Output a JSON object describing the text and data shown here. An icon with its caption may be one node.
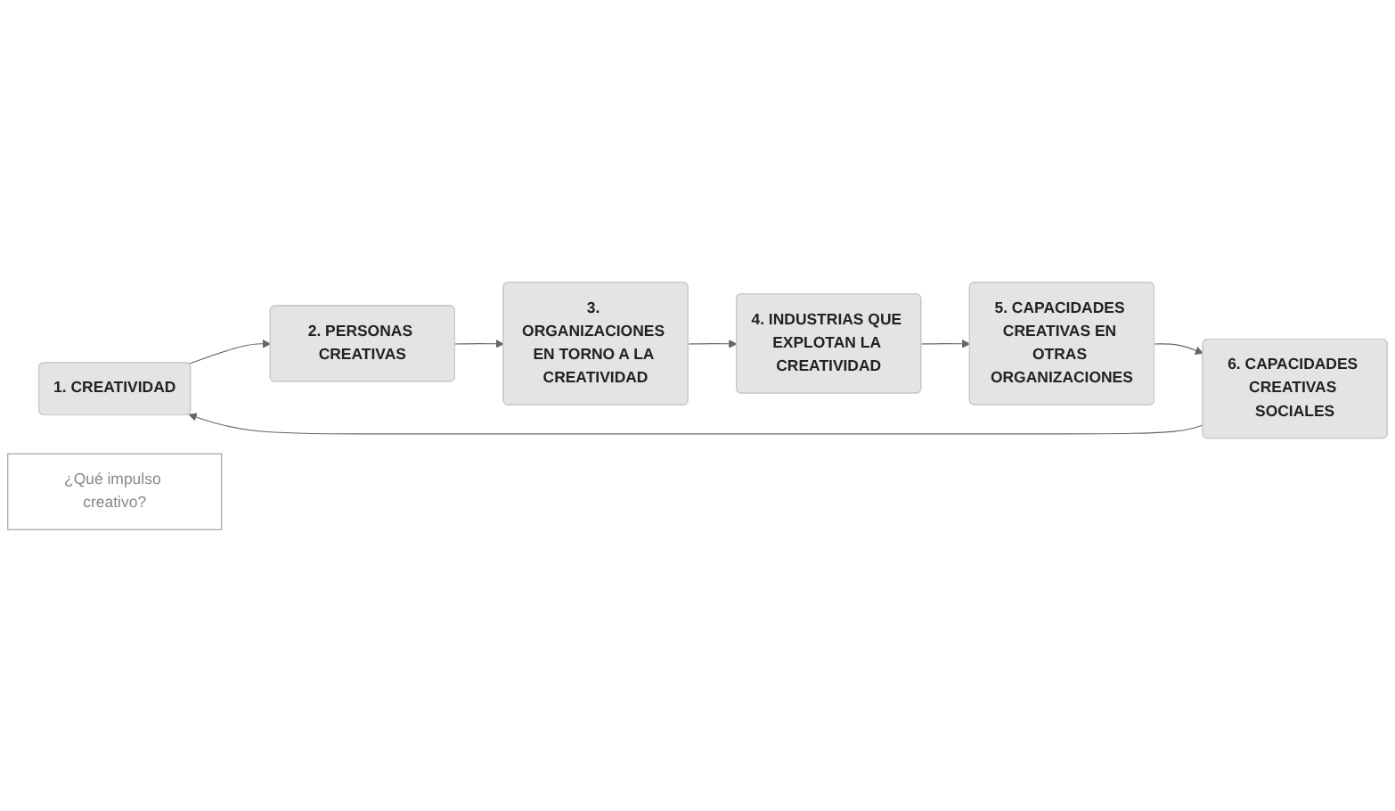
{
  "diagram": {
    "nodes": [
      {
        "text": [
          "1. CREATIVIDAD"
        ]
      },
      {
        "text": [
          "2. PERSONAS CREATIVAS"
        ]
      },
      {
        "text": [
          "3. ORGANIZACIONES EN TORNO A LA CREATIVIDAD"
        ]
      },
      {
        "text": [
          "4. INDUSTRIAS QUE EXPLOTAN LA CREATIVIDAD"
        ]
      },
      {
        "text": [
          "5. CAPACIDADES CREATIVAS EN OTRAS ORGANIZACIONES"
        ]
      },
      {
        "text": [
          "6. CAPACIDADES CREATIVAS SOCIALES"
        ]
      },
      {
        "text": [
          "¿Qué impulso creativo?"
        ]
      }
    ],
    "edges": [
      {
        "from": 0,
        "to": 1,
        "arrow": "to"
      },
      {
        "from": 1,
        "to": 2,
        "arrow": "to"
      },
      {
        "from": 2,
        "to": 3,
        "arrow": "to"
      },
      {
        "from": 3,
        "to": 4,
        "arrow": "to"
      },
      {
        "from": 4,
        "to": 5,
        "arrow": "to"
      },
      {
        "from": 5,
        "to": 0,
        "arrow": "to"
      }
    ]
  }
}
